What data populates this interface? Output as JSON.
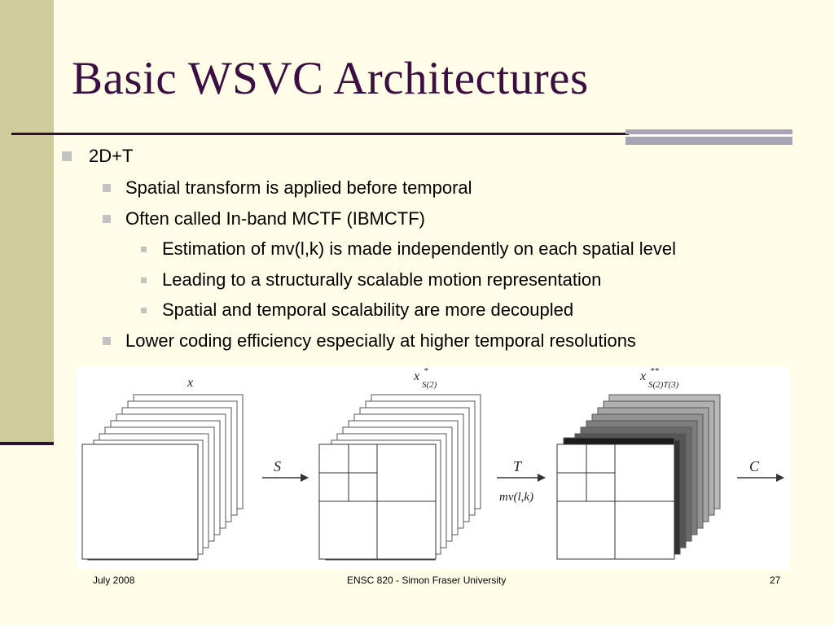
{
  "slide": {
    "title": "Basic WSVC Architectures",
    "bullets": {
      "b1": "2D+T",
      "b1_1": "Spatial transform is applied before temporal",
      "b1_2": "Often called In-band MCTF (IBMCTF)",
      "b1_2_1": "Estimation of mv(l,k) is made independently on each spatial level",
      "b1_2_2": "Leading to a structurally scalable motion representation",
      "b1_2_3": "Spatial and temporal scalability are more decoupled",
      "b1_3": "Lower coding efficiency especially at higher temporal resolutions"
    }
  },
  "figure": {
    "label_x": "x",
    "label_xs": "x",
    "label_xs_sup": "*",
    "label_xs_sub": "S(2)",
    "label_xst": "x",
    "label_xst_sup": "**",
    "label_xst_sub": "S(2)T(3)",
    "op_s": "S",
    "op_t": "T",
    "op_t_sub": "mv(l,k)",
    "op_c": "C"
  },
  "footer": {
    "date": "July 2008",
    "course": "ENSC 820 - Simon Fraser University",
    "page": "27"
  },
  "colors": {
    "background": "#fffde7",
    "left_band": "#cfcc9b",
    "title_text": "#3b0f41",
    "rule": "#2e0f38",
    "accent_bar": "#a8a6b6",
    "bullet_square": "#c4c3c4"
  }
}
